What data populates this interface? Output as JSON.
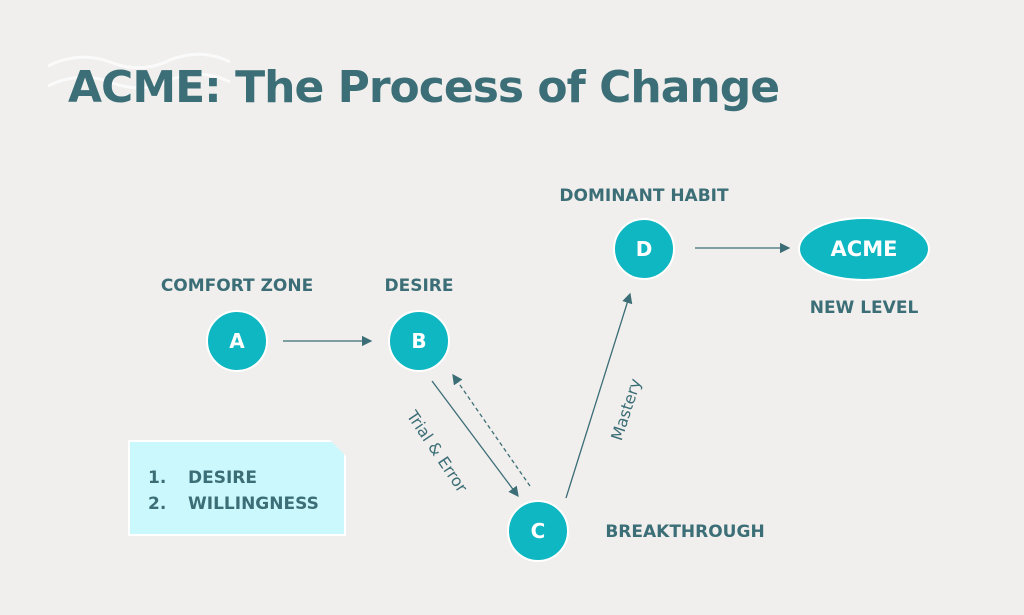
{
  "title": "ACME: The Process of Change",
  "nodes": {
    "a": {
      "letter": "A",
      "label": "COMFORT ZONE"
    },
    "b": {
      "letter": "B",
      "label": "DESIRE"
    },
    "c": {
      "letter": "C",
      "label": "BREAKTHROUGH"
    },
    "d": {
      "letter": "D",
      "label": "DOMINANT HABIT"
    },
    "acme": {
      "letter": "ACME",
      "label": "NEW LEVEL"
    }
  },
  "edges": {
    "b_c": "Trial & Error",
    "c_d": "Mastery"
  },
  "note": {
    "items": [
      {
        "num": "1.",
        "text": "DESIRE"
      },
      {
        "num": "2.",
        "text": "WILLINGNESS"
      }
    ]
  },
  "colors": {
    "background": "#f1efed",
    "text": "#3b6e76",
    "node": "#0fb7c2",
    "note": "#cbf8fc"
  }
}
